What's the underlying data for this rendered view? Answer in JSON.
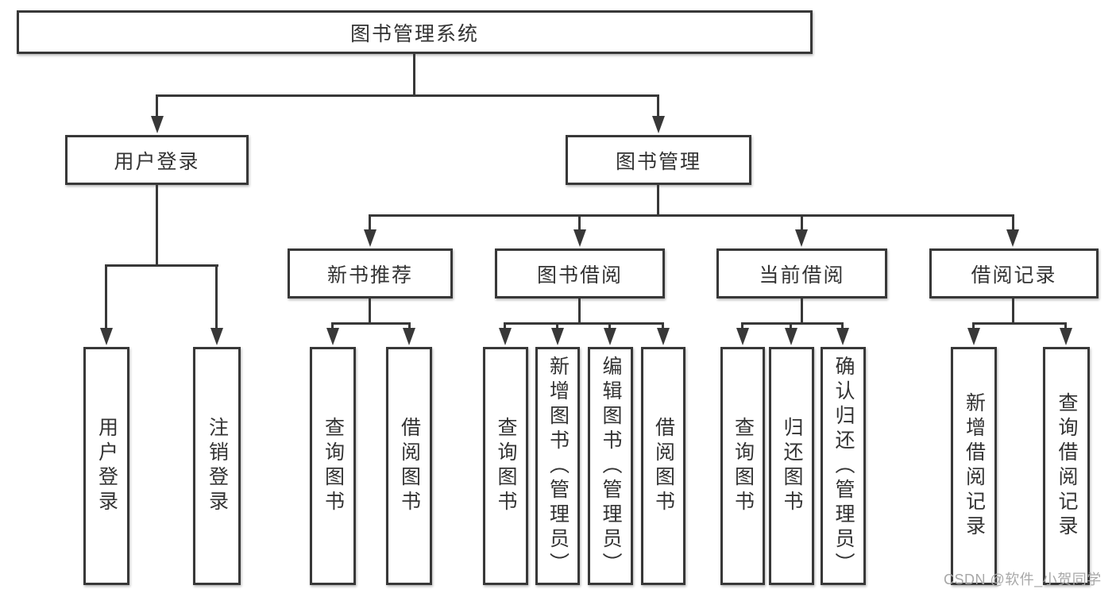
{
  "title": "图书管理系统",
  "watermark": "CSDN @软件_小贺同学",
  "colors": {
    "box_border": "#383838",
    "connector_line": "#383838",
    "label_text": "#333333",
    "watermark_text": "#a8a8a8",
    "background": "#ffffff"
  },
  "tree": {
    "label": "图书管理系统",
    "children": [
      {
        "label": "用户登录",
        "children": [
          {
            "label": "用户登录"
          },
          {
            "label": "注销登录"
          }
        ]
      },
      {
        "label": "图书管理",
        "children": [
          {
            "label": "新书推荐",
            "children": [
              {
                "label": "查询图书"
              },
              {
                "label": "借阅图书"
              }
            ]
          },
          {
            "label": "图书借阅",
            "children": [
              {
                "label": "查询图书"
              },
              {
                "label": "新增图书（管理员）"
              },
              {
                "label": "编辑图书（管理员）"
              },
              {
                "label": "借阅图书"
              }
            ]
          },
          {
            "label": "当前借阅",
            "children": [
              {
                "label": "查询图书"
              },
              {
                "label": "归还图书"
              },
              {
                "label": "确认归还（管理员）"
              }
            ]
          },
          {
            "label": "借阅记录",
            "children": [
              {
                "label": "新增借阅记录"
              },
              {
                "label": "查询借阅记录"
              }
            ]
          }
        ]
      }
    ]
  }
}
